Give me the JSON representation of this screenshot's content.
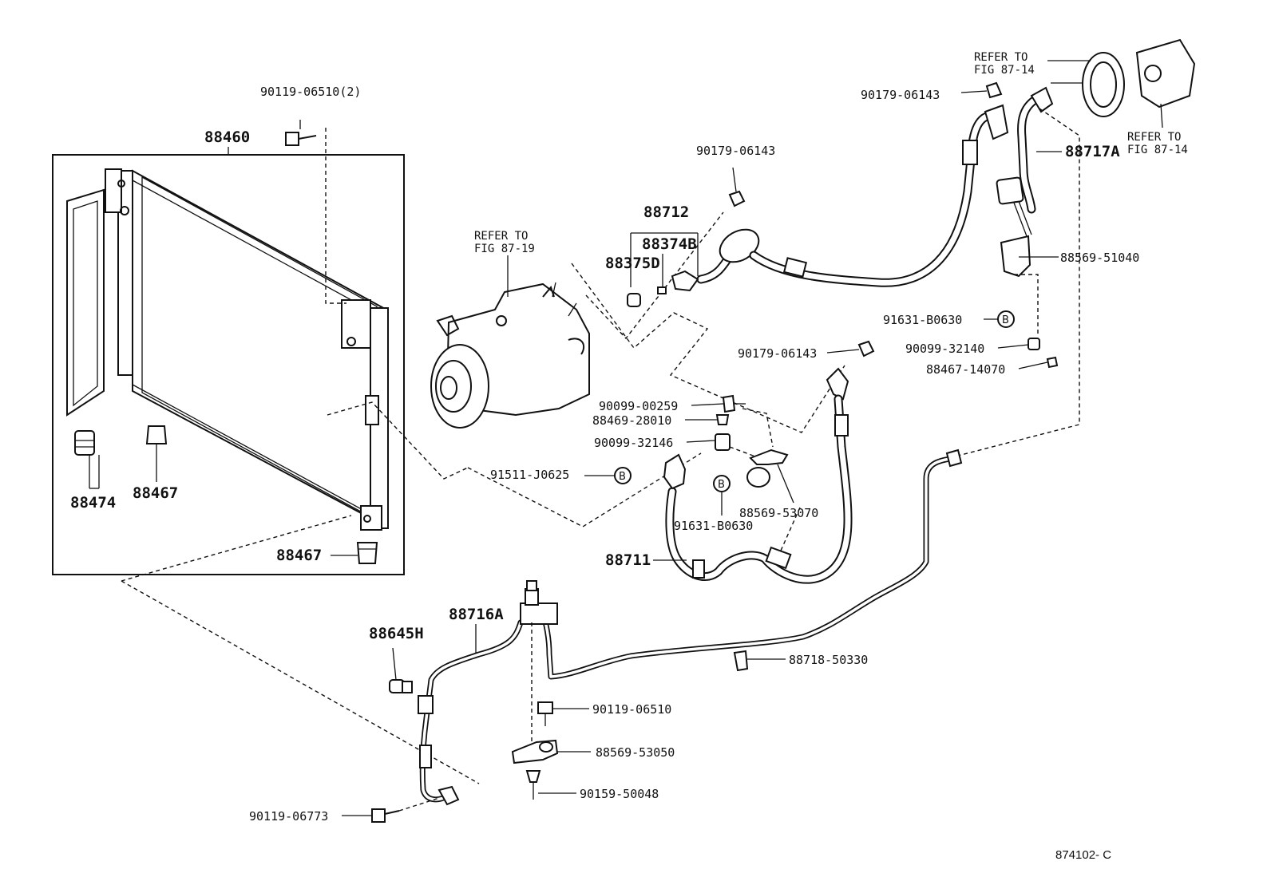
{
  "diagram_code": "874102- C",
  "refer_notes": {
    "compressor": [
      "REFER TO",
      "FIG 87-19"
    ],
    "top_left": [
      "REFER TO",
      "FIG 87-14"
    ],
    "top_right": [
      "REFER TO",
      "FIG 87-14"
    ]
  },
  "labels": {
    "bolt_top": "90119-06510(2)",
    "condenser": "88460",
    "dryer": "88474",
    "cushion_a": "88467",
    "cushion_b": "88467",
    "nut_1": "90179-06143",
    "nut_2": "90179-06143",
    "nut_3": "90179-06143",
    "group_88712": "88712",
    "part_88374b": "88374B",
    "part_88375d": "88375D",
    "hose_88717a": "88717A",
    "bracket_51040": "88569-51040",
    "oring_b0630_top": "91631-B0630",
    "part_32140": "90099-32140",
    "part_14070": "88467-14070",
    "part_00259": "90099-00259",
    "part_28010": "88469-28010",
    "part_32146": "90099-32146",
    "oring_j0625": "91511-J0625",
    "oring_b0630_mid": "91631-B0630",
    "bracket_53070": "88569-53070",
    "hose_88711": "88711",
    "switch_88645h": "88645H",
    "pipe_88716a": "88716A",
    "clamp_50330": "88718-50330",
    "bolt_06510": "90119-06510",
    "bracket_53050": "88569-53050",
    "screw_50048": "90159-50048",
    "bolt_06773": "90119-06773"
  },
  "circle_marks": {
    "b_top": "B",
    "b_left": "B",
    "b_mid": "B"
  }
}
